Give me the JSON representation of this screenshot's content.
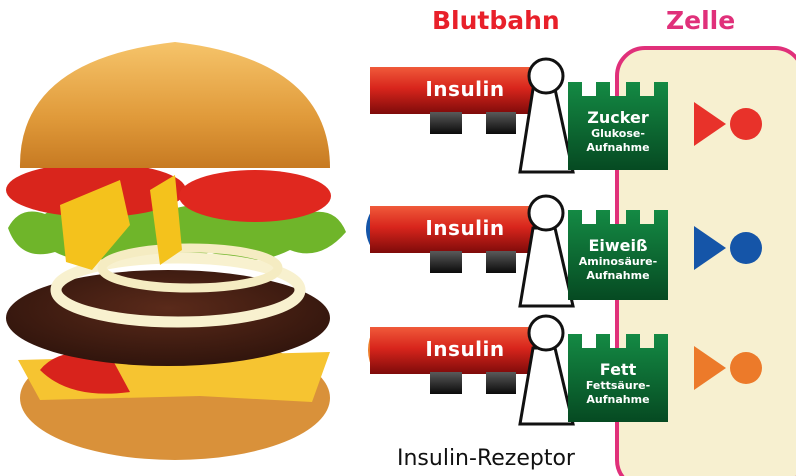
{
  "header": {
    "left": "Blutbahn",
    "right": "Zelle"
  },
  "colors": {
    "blutbahn": "#e8202a",
    "zelle": "#e0307a",
    "zelle_fill": "#f7f0d0",
    "key_red": "#c21a15",
    "lock_green": "#0c6d33"
  },
  "rows": [
    {
      "key": "Insulin",
      "title": "Zucker",
      "sub1": "Glukose-",
      "sub2": "Aufnahme",
      "color": "#e8322a",
      "icon": "red-circle-arrow"
    },
    {
      "key": "Insulin",
      "title": "Eiweiß",
      "sub1": "Aminosäure-",
      "sub2": "Aufnahme",
      "color": "#1555a8",
      "icon": "blue-circle-arrow"
    },
    {
      "key": "Insulin",
      "title": "Fett",
      "sub1": "Fettsäure-",
      "sub2": "Aufnahme",
      "color": "#ec7a2a",
      "icon": "orange-circle-arrow"
    }
  ],
  "footer": "Insulin-Rezeptor"
}
